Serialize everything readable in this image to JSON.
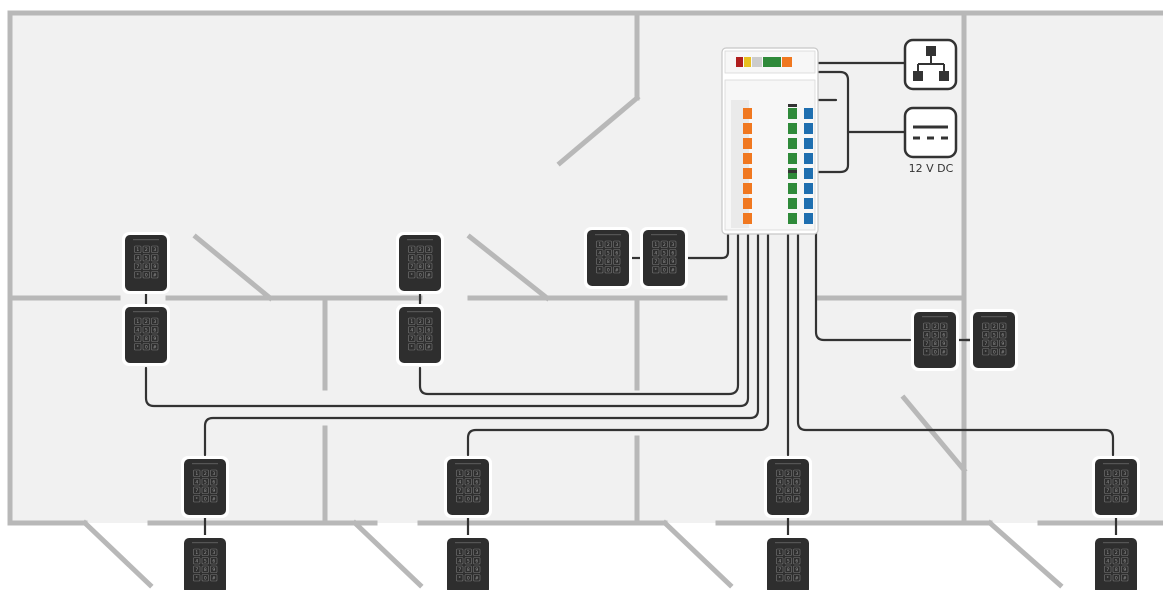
{
  "diagram": {
    "colors": {
      "floor": "#f1f1f1",
      "walls": "#b8b8b8",
      "wiring": "#333333",
      "reader_body": "#2e2e2e",
      "controller_body": "#f7f7f7",
      "terminal_orange": "#f07820",
      "terminal_green": "#2f8a3a",
      "terminal_blue": "#1f6fb0",
      "terminal_red": "#b01e1e",
      "terminal_yellow": "#e8c020"
    },
    "icons": {
      "network": "network-icon",
      "power": "dc-power-icon",
      "reader": "keypad-reader-icon",
      "controller": "door-controller-icon"
    },
    "keypad_keys": [
      "1",
      "2",
      "3",
      "4",
      "5",
      "6",
      "7",
      "8",
      "9",
      "*",
      "0",
      "#"
    ],
    "power_label": "12 V DC",
    "doors": [
      {
        "id": "door-1",
        "readers": 2
      },
      {
        "id": "door-2",
        "readers": 2
      },
      {
        "id": "door-3",
        "readers": 2
      },
      {
        "id": "door-4",
        "readers": 2
      },
      {
        "id": "door-5",
        "readers": 2
      },
      {
        "id": "door-6",
        "readers": 2
      },
      {
        "id": "door-7",
        "readers": 2
      },
      {
        "id": "door-8",
        "readers": 2
      }
    ]
  }
}
